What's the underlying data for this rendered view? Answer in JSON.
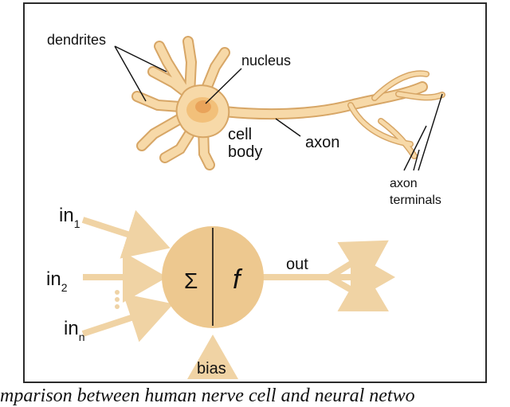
{
  "neuron": {
    "dendrites": "dendrites",
    "nucleus": "nucleus",
    "cell": "cell",
    "body": "body",
    "axon": "axon",
    "axon_terminals_1": "axon",
    "axon_terminals_2": "terminals"
  },
  "perceptron": {
    "in1": "in",
    "in1_sub": "1",
    "in2": "in",
    "in2_sub": "2",
    "inn": "in",
    "inn_sub": "n",
    "sigma": "Σ",
    "f": "f",
    "out": "out",
    "bias": "bias"
  },
  "caption": "mparison between human nerve cell and neural netwo",
  "colors": {
    "cell_fill": "#f7d9a8",
    "cell_stroke": "#d7a666",
    "body_fill": "#f2c07a",
    "nucleus_fill": "#e9a35a",
    "arrow": "#f0d3a4",
    "node": "#edc88f",
    "line": "#111111"
  }
}
